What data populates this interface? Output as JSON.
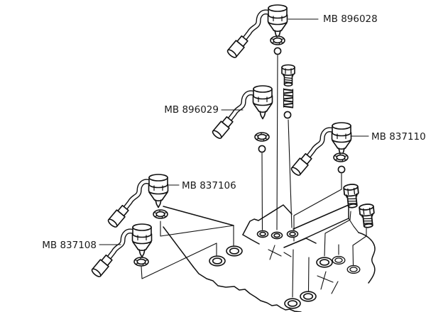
{
  "diagram": {
    "type": "exploded-parts-diagram",
    "background": "#ffffff",
    "line_color": "#111111",
    "text_color": "#1a1a1a",
    "labels": [
      {
        "id": "mb896028",
        "text": "MB 896028",
        "points_to": "injector-assembly-top"
      },
      {
        "id": "mb896029",
        "text": "MB 896029",
        "points_to": "injector-assembly-mid-left"
      },
      {
        "id": "mb837110",
        "text": "MB 837110",
        "points_to": "injector-assembly-right"
      },
      {
        "id": "mb837106",
        "text": "MB 837106",
        "points_to": "injector-assembly-center-left"
      },
      {
        "id": "mb837108",
        "text": "MB 837108",
        "points_to": "injector-assembly-bottom-left"
      }
    ]
  }
}
